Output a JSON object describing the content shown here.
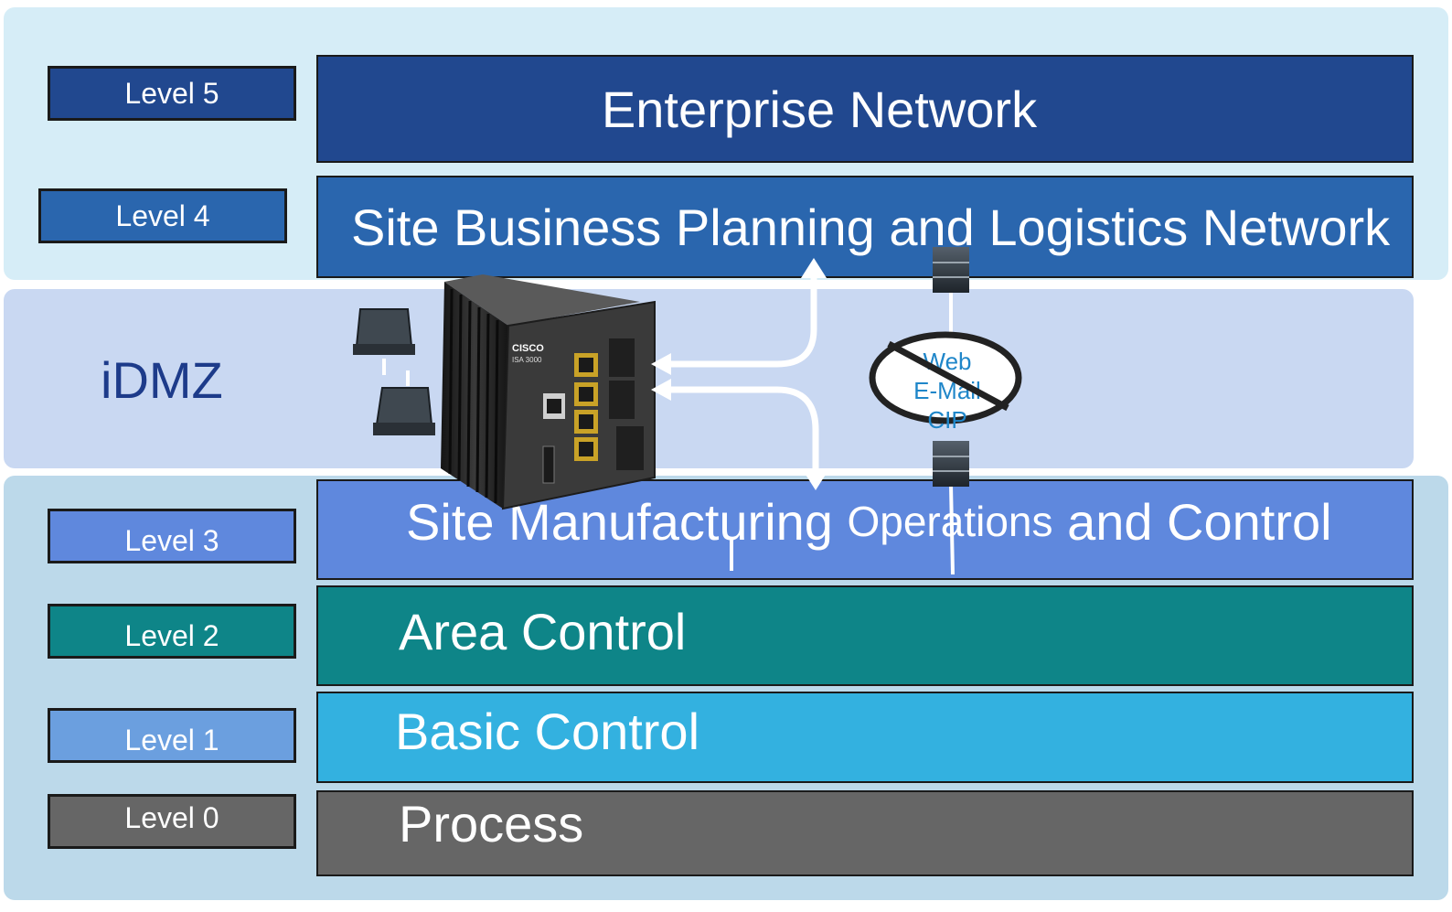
{
  "zones": {
    "enterprise_color": "#d6edf7",
    "idmz_color": "#c9d8f2",
    "cell_color": "#bcd9ea"
  },
  "idmz": {
    "title": "iDMZ"
  },
  "levels": [
    {
      "label": "Level 5",
      "band": "Enterprise Network",
      "color": "#21488f"
    },
    {
      "label": "Level 4",
      "band": "Site Business Planning and Logistics Network",
      "color": "#2a66ae"
    },
    {
      "label": "Level 3",
      "band_part1": "Site Manufacturing",
      "band_part2": "Operations",
      "band_part3": "and Control",
      "color": "#5f88dd"
    },
    {
      "label": "Level 2",
      "band": "Area Control",
      "color": "#0e8588"
    },
    {
      "label": "Level 1",
      "band": "Basic Control",
      "color": "#33b1e0",
      "label_color": "#6b9fdf"
    },
    {
      "label": "Level 0",
      "band": "Process",
      "color": "#666666"
    }
  ],
  "device": {
    "brand": "CISCO",
    "model": "ISA 3000",
    "icon": "firewall-appliance-icon"
  },
  "blocked_protocols": {
    "items": [
      "Web",
      "E-Mail",
      "CIP"
    ],
    "icon": "prohibited-sign-icon"
  },
  "icons": [
    "laptop-icon",
    "server-icon",
    "bidirectional-arrow-icon"
  ]
}
